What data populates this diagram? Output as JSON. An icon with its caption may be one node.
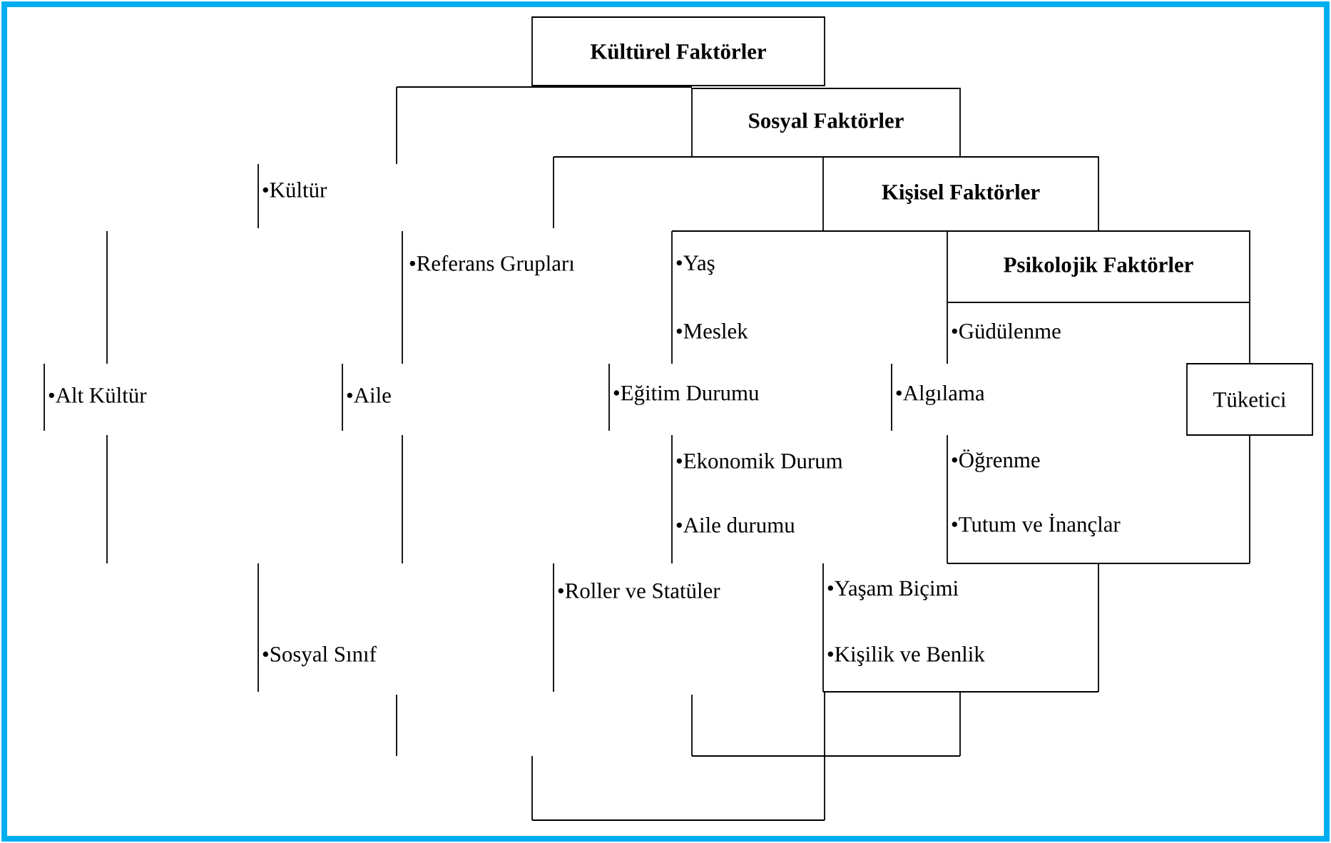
{
  "diagram": {
    "nodes": [
      {
        "text": [
          "Kültürel Faktörler"
        ]
      },
      {
        "text": [
          "Sosyal Faktörler"
        ]
      },
      {
        "text": [
          "Kişisel Faktörler"
        ]
      },
      {
        "text": [
          "Psikolojik Faktörler"
        ]
      },
      {
        "text": [
          "Tüketici"
        ]
      }
    ],
    "labels": [
      "•Kültür",
      "•Referans Grupları",
      "•Yaş",
      "•Meslek",
      "•Güdülenme",
      "•Alt Kültür",
      "•Aile",
      "•Eğitim Durumu",
      "•Algılama",
      "•Ekonomik Durum",
      "•Öğrenme",
      "•Aile durumu",
      "•Tutum ve İnançlar",
      "•Roller ve Statüler",
      "•Yaşam Biçimi",
      "•Sosyal Sınıf",
      "•Kişilik ve Benlik"
    ]
  }
}
